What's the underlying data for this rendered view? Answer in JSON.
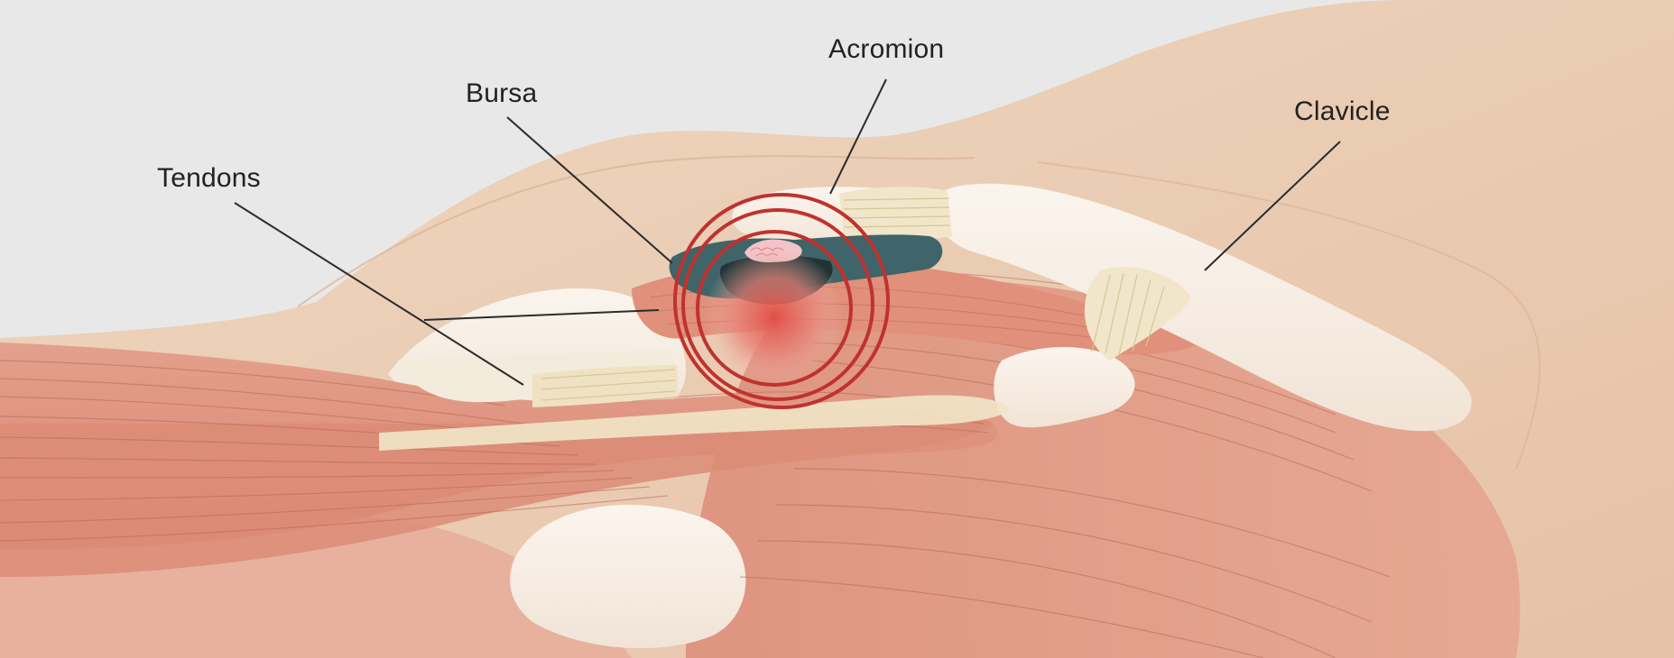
{
  "diagram": {
    "labels": {
      "acromion": "Acromion",
      "bursa": "Bursa",
      "tendons": "Tendons",
      "clavicle": "Clavicle"
    },
    "colors": {
      "background": "#e8e8e8",
      "skin": "#ecd0b6",
      "skin_dark": "#e5c0a3",
      "muscle": "#d98b77",
      "muscle_light": "#e7a894",
      "muscle_stroke": "#b86a58",
      "bone": "#f7efe6",
      "tendon": "#efe3c6",
      "bursa": "#3f6469",
      "bursa_dark": "#1c2a2d",
      "inflammation": "#e0524a",
      "ring": "#c0322f",
      "leader_line": "#2b2b2b"
    }
  }
}
